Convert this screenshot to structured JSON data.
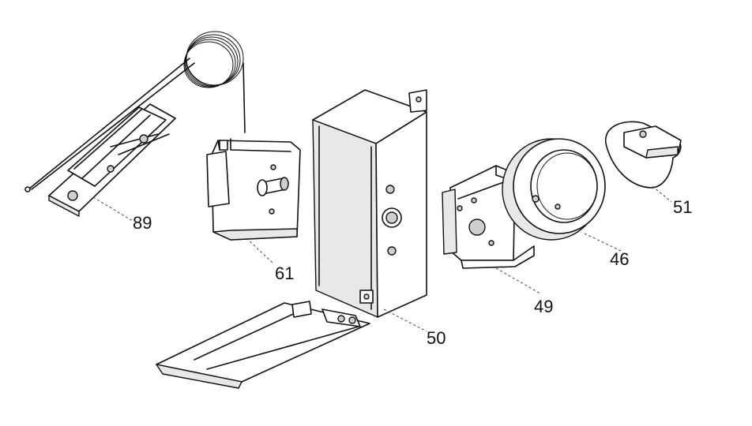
{
  "diagram": {
    "parts": [
      {
        "id": "thermostat-bracket",
        "label": "89"
      },
      {
        "id": "thermostat",
        "label": "61"
      },
      {
        "id": "control-box",
        "label": "50"
      },
      {
        "id": "timer",
        "label": "49"
      },
      {
        "id": "timer-dial",
        "label": "46"
      },
      {
        "id": "knob",
        "label": "51"
      }
    ]
  }
}
